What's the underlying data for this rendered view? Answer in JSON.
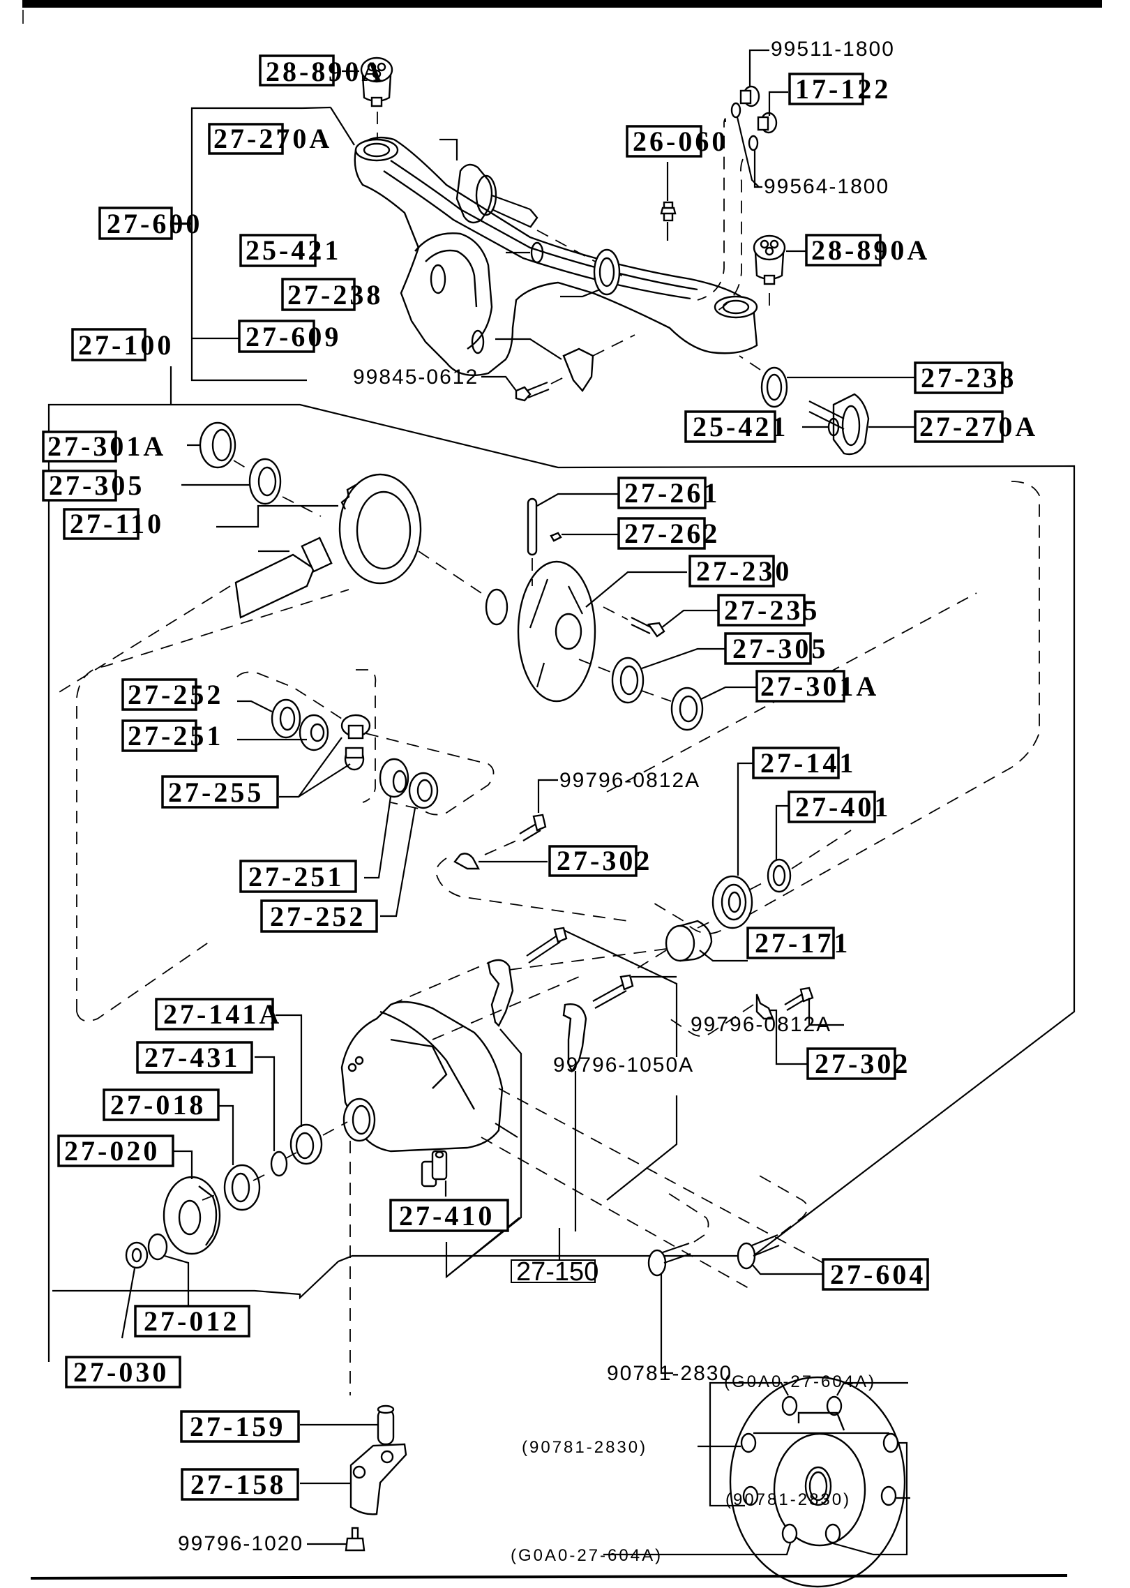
{
  "diagram": {
    "type": "exploded-parts-diagram",
    "subject": "rear differential assembly",
    "boxed_labels": {
      "l_28_890A_top": "28-890A",
      "l_27_270A_top": "27-270A",
      "l_27_600": "27-600",
      "l_25_421_top": "25-421",
      "l_27_238_top": "27-238",
      "l_27_609": "27-609",
      "l_26_060": "26-060",
      "l_17_122": "17-122",
      "l_28_890A_right": "28-890A",
      "l_27_238_right": "27-238",
      "l_25_421_right": "25-421",
      "l_27_270A_right": "27-270A",
      "l_27_100": "27-100",
      "l_27_301A_left": "27-301A",
      "l_27_305_left": "27-305",
      "l_27_110": "27-110",
      "l_27_261": "27-261",
      "l_27_262": "27-262",
      "l_27_230": "27-230",
      "l_27_235": "27-235",
      "l_27_305_right": "27-305",
      "l_27_301A_right": "27-301A",
      "l_27_252_top": "27-252",
      "l_27_251_top": "27-251",
      "l_27_255": "27-255",
      "l_27_251_bottom": "27-251",
      "l_27_252_bottom": "27-252",
      "l_27_302_upper": "27-302",
      "l_27_141": "27-141",
      "l_27_401": "27-401",
      "l_27_171": "27-171",
      "l_27_302_lower": "27-302",
      "l_27_141A": "27-141A",
      "l_27_431": "27-431",
      "l_27_018": "27-018",
      "l_27_020": "27-020",
      "l_27_410": "27-410",
      "l_27_150": "27-150",
      "l_27_012": "27-012",
      "l_27_030": "27-030",
      "l_27_604": "27-604",
      "l_27_159": "27-159",
      "l_27_158": "27-158"
    },
    "plain_labels": {
      "p_99511_1800": "99511-1800",
      "p_99564_1800": "99564-1800",
      "p_99845_0612": "99845-0612",
      "p_99796_0812A_upper": "99796-0812A",
      "p_99796_0812A_lower": "99796-0812A",
      "p_99796_1050A": "99796-1050A",
      "p_90781_2830": "90781-2830",
      "p_99796_1020": "99796-1020"
    },
    "inset_labels": {
      "i_goao_top": "(G0A0-27-604A)",
      "i_90781_left": "(90781-2830)",
      "i_90781_right": "(90781-2830)",
      "i_goao_bottom": "(G0A0-27-604A)"
    }
  }
}
